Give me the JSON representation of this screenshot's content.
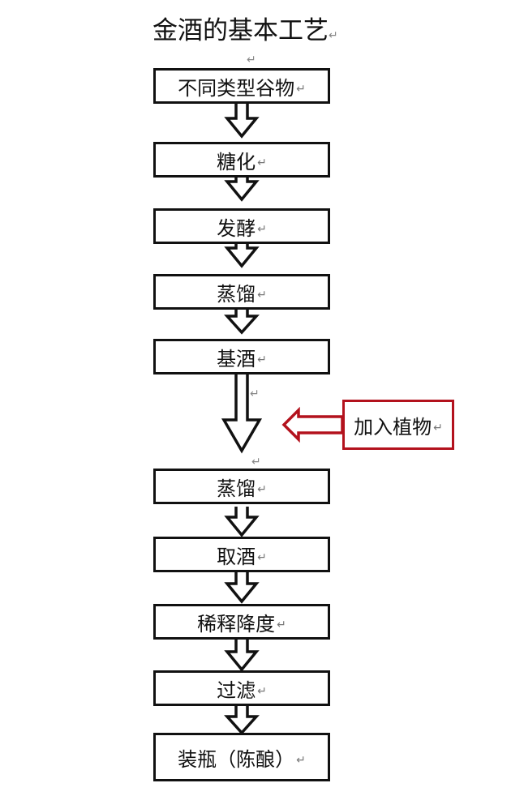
{
  "title": "金酒的基本工艺",
  "paragraph_mark": "↵",
  "steps": [
    {
      "label": "不同类型谷物"
    },
    {
      "label": "糖化"
    },
    {
      "label": "发酵"
    },
    {
      "label": "蒸馏"
    },
    {
      "label": "基酒"
    },
    {
      "label": "蒸馏"
    },
    {
      "label": "取酒"
    },
    {
      "label": "稀释降度"
    },
    {
      "label": "过滤"
    },
    {
      "label": "装瓶（陈酿）"
    }
  ],
  "side_input": {
    "label": "加入植物"
  },
  "colors": {
    "box_border": "#111111",
    "side_border": "#b3121d"
  }
}
